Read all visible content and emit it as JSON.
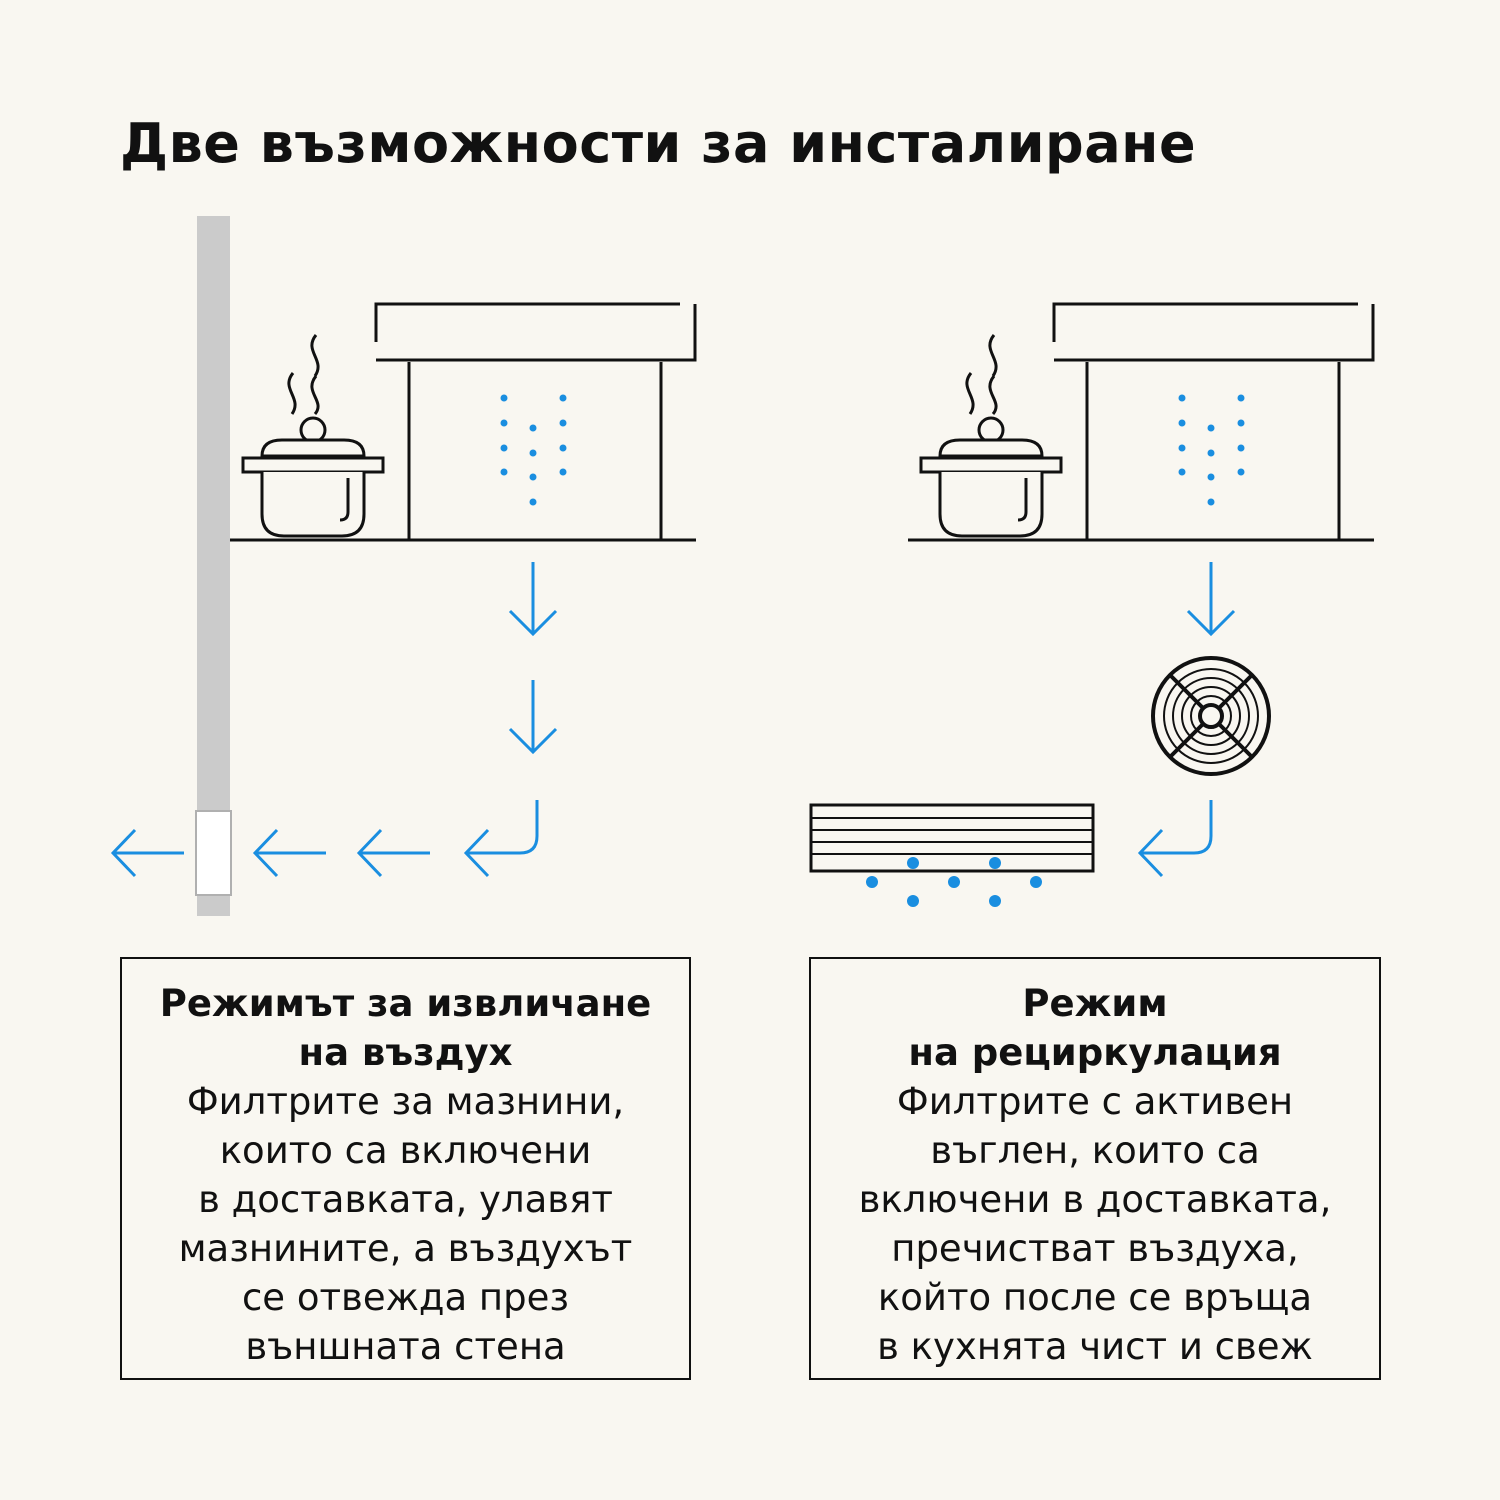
{
  "title": "Две възможности за инсталиране",
  "colors": {
    "background": "#f9f7f1",
    "ink": "#111111",
    "air_flow": "#1a8ee0",
    "wall_duct": "#cbcbcb"
  },
  "icons": {
    "left_diagram": [
      "wall-duct-icon",
      "pot-icon",
      "steam-icon",
      "range-hood-icon",
      "air-dots-icon",
      "arrow-down-icon",
      "arrow-left-icon"
    ],
    "right_diagram": [
      "pot-icon",
      "steam-icon",
      "range-hood-icon",
      "air-dots-icon",
      "arrow-down-icon",
      "fan-icon",
      "charcoal-filter-icon",
      "arrow-left-icon"
    ]
  },
  "modes": [
    {
      "heading": [
        "Режимът за извличане",
        "на въздух"
      ],
      "body": [
        "Филтрите за мазнини,",
        "които са включени",
        "в доставката, улавят",
        "мазнините, а въздухът",
        "се отвежда през",
        "външната стена"
      ]
    },
    {
      "heading": [
        "Режим",
        "на рециркулация"
      ],
      "body": [
        "Филтрите с активен",
        "въглен, които са",
        "включени в доставката,",
        "пречистват въздуха,",
        "който после се връща",
        "в кухнята чист и свеж"
      ]
    }
  ]
}
